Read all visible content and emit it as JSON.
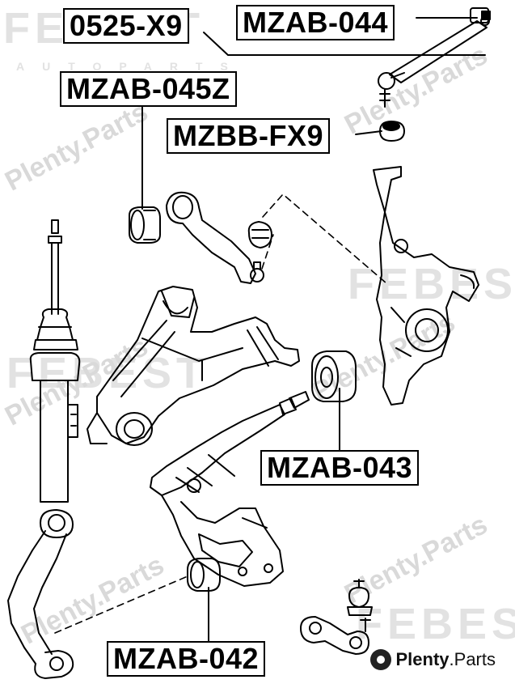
{
  "watermarks": {
    "plenty": "Plenty.Parts",
    "febest": "FEBEST",
    "autoparts": "AUTOPARTS"
  },
  "brand": {
    "name_bold": "Plenty",
    "name_rest": ".Parts"
  },
  "labels": {
    "l0525": "0525-X9",
    "mzab044": "MZAB-044",
    "mzab045z": "MZAB-045Z",
    "mzbbfx9": "MZBB-FX9",
    "mzab043": "MZAB-043",
    "mzab042": "MZAB-042"
  }
}
